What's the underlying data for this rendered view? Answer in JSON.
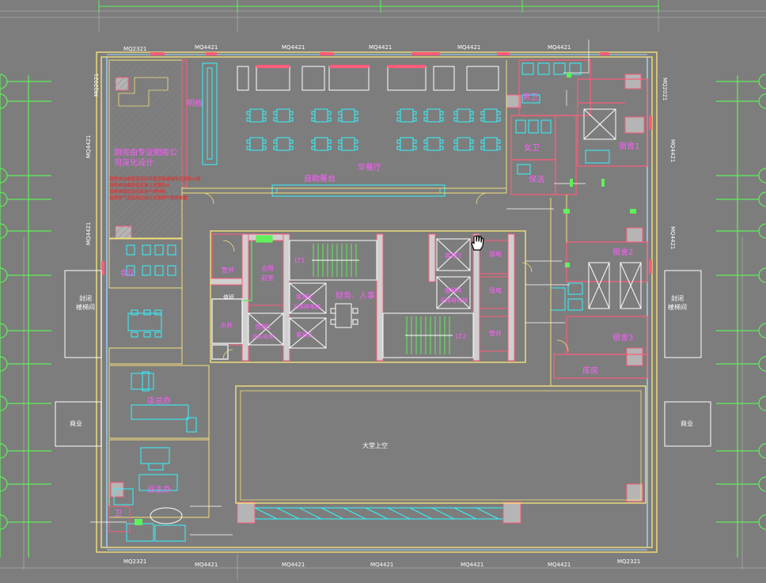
{
  "colors": {
    "background": "#7d7d7d",
    "wall": "#f3e07a",
    "partition": "#ff5c7a",
    "furniture": "#31f5ff",
    "grid": "#5ff05a",
    "label": "#ff5cff",
    "annotation": "#ffffff",
    "warning": "#ff1a1a",
    "core": "#e6e6e6"
  },
  "top_window_tags": [
    "MQ2321",
    "MQ4421",
    "MQ4421",
    "MQ4421",
    "MQ4421",
    "MQ4421"
  ],
  "bottom_window_tags": [
    "MQ2321",
    "MQ4421",
    "MQ4421",
    "MQ4421",
    "MQ4421",
    "MQ4421",
    "MQ2321"
  ],
  "left_window_tags": [
    "MQ2021",
    "MQ4421",
    "MQ4421"
  ],
  "right_window_tags": [
    "MQ2021",
    "MQ4421",
    "MQ4421"
  ],
  "rooms": {
    "kitchen_note_1": "厨房由专业厨房公",
    "kitchen_note_2": "司深化设计",
    "open_kitchen": "明档",
    "breakfast_hall": "早餐厅",
    "buffet": "自助餐台",
    "male_wc": "男卫",
    "female_wc": "女卫",
    "cleaning": "保洁",
    "dorm1": "宿舍1",
    "dorm2": "宿舍2",
    "dorm3": "宿舍3",
    "storage": "库房",
    "meeting": "会议",
    "manager_office": "店总办",
    "owner_office": "业主办",
    "toilet": "卫",
    "lobby_atrium": "大堂上空",
    "finance": "财务、人事",
    "shaft": "水井",
    "stair_lt1": "LT1",
    "stair_lt2": "LT2",
    "pipe1": "管井",
    "pipe2": "管井",
    "weak_elec": "弱电",
    "strong_elec": "强电",
    "duty": "值班",
    "combined_1": "合用",
    "combined_2": "前室",
    "lift1": "客梯1",
    "lift1_note": "无障碍电梯",
    "lift2": "客梯2",
    "lift3": "客梯3",
    "lift4": "客梯4",
    "lift4_note": "无障碍电梯",
    "fire_lift": "货梯1",
    "fire_lift_note": "消防电梯",
    "left_stair_1": "封闭",
    "left_stair_2": "楼梯间",
    "right_stair_1": "封闭",
    "right_stair_2": "楼梯间",
    "commerce_left": "商业",
    "commerce_right": "商业"
  },
  "notes": {
    "warning_lines": [
      "厨房排油烟管道及新风管道穿越墙体应设防火阀",
      "厨房排油烟管道应独立设置防火",
      "厨房排烟管道应采用不燃材料",
      "厨房燃气管道及灶具应设置燃气报警装置"
    ]
  }
}
